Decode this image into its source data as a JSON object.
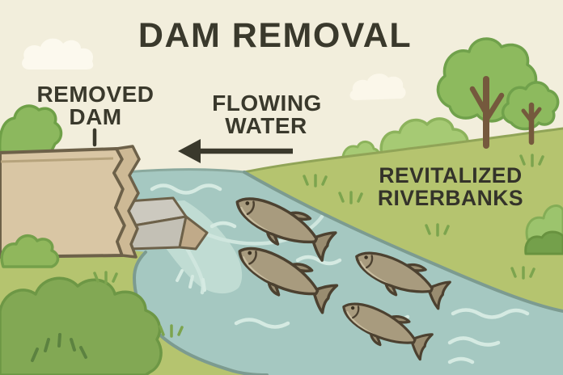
{
  "title": "DAM REMOVAL",
  "labels": {
    "removed_dam": {
      "line1": "REMOVED",
      "line2": "DAM"
    },
    "flowing_water": {
      "line1": "FLOWING",
      "line2": "WATER"
    },
    "revitalized_riverbanks": {
      "line1": "REVITALIZED",
      "line2": "RIVERBANKS"
    }
  },
  "scene": {
    "type": "educational illustration",
    "flow_direction": "left",
    "fish_count": 4,
    "tree_count": 2,
    "cloud_count": 2,
    "elements": [
      "removed dam wall with broken edge",
      "concrete spillway remnant",
      "flowing river",
      "fish swimming upstream",
      "revitalized green riverbanks",
      "bushes",
      "trees",
      "grass tufts",
      "clouds"
    ]
  },
  "palette": {
    "sky": "#f2eedc",
    "title_text": "#3a392c",
    "label_text": "#34332a",
    "grass": "#b5c46f",
    "hill_edge": "#90a457",
    "bush_dark": "#82a854",
    "bush_light": "#8cb85e",
    "bush_crest": "#a6ca74",
    "tree_canopy": "#8dba5e",
    "tree_trunk": "#75593d",
    "water": "#a5c8c1",
    "water_chute": "#c0dcd3",
    "wave": "#d5eae2",
    "bank_edge": "#7c9b90",
    "dam_wall": "#d9c6a4",
    "dam_broken_edge": "#cdb995",
    "dam_outline": "#6d6149",
    "concrete_light": "#ccc9bf",
    "concrete_dark": "#c3c0b5",
    "concrete_tan": "#c0aa89",
    "fish_body": "#a89b7e",
    "fish_outline": "#4c4130",
    "cloud": "#fcf9ee"
  }
}
